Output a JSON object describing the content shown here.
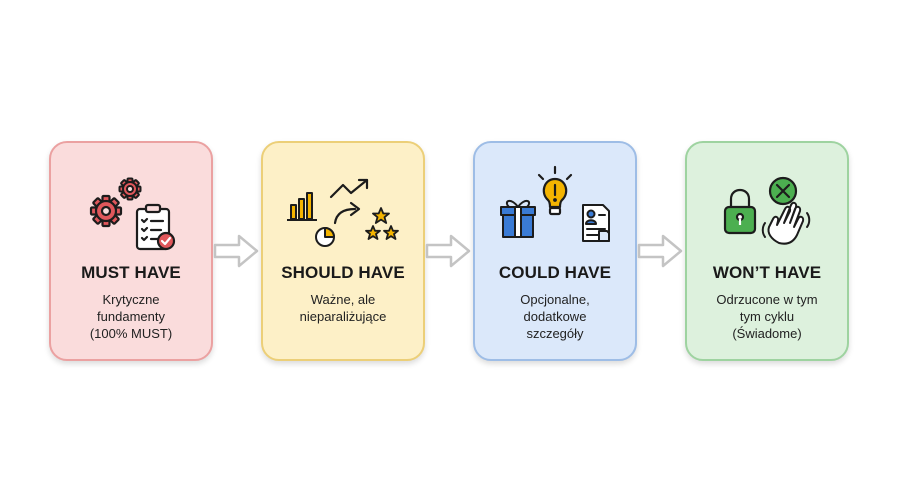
{
  "cards": [
    {
      "title": "MUST HAVE",
      "lines": [
        "Krytyczne",
        "fundamenty",
        "(100% MUST)"
      ]
    },
    {
      "title": "SHOULD HAVE",
      "lines": [
        "Ważne, ale",
        "nieparaliżujące"
      ]
    },
    {
      "title": "COULD HAVE",
      "lines": [
        "Opcjonalne,",
        "dodatkowe",
        "szczegóły"
      ]
    },
    {
      "title": "WON’T HAVE",
      "lines": [
        "Odrzucone w tym",
        "tym cyklu",
        "(Świadome)"
      ]
    }
  ],
  "colors": {
    "must_bg": "#fadcdc",
    "must_border": "#eba1a1",
    "must_accent": "#e0575b",
    "should_bg": "#fdf0c7",
    "should_border": "#eccf78",
    "should_accent": "#f4b400",
    "could_bg": "#dbe8fa",
    "could_border": "#9ebde6",
    "could_accent": "#3a7bd5",
    "wont_bg": "#ddf1dd",
    "wont_border": "#9ed3a0",
    "wont_accent": "#4caf50",
    "arrow": "#c4c4c4"
  },
  "icons": {
    "must": [
      "gear-icon",
      "gear-icon",
      "checklist-clipboard-icon"
    ],
    "should": [
      "bar-chart-icon",
      "trend-line-icon",
      "curved-arrow-icon",
      "pie-chart-icon",
      "stars-icon"
    ],
    "could": [
      "gift-icon",
      "lightbulb-icon",
      "document-icon"
    ],
    "wont": [
      "lock-icon",
      "cancel-circle-icon",
      "waving-hand-icon"
    ]
  }
}
